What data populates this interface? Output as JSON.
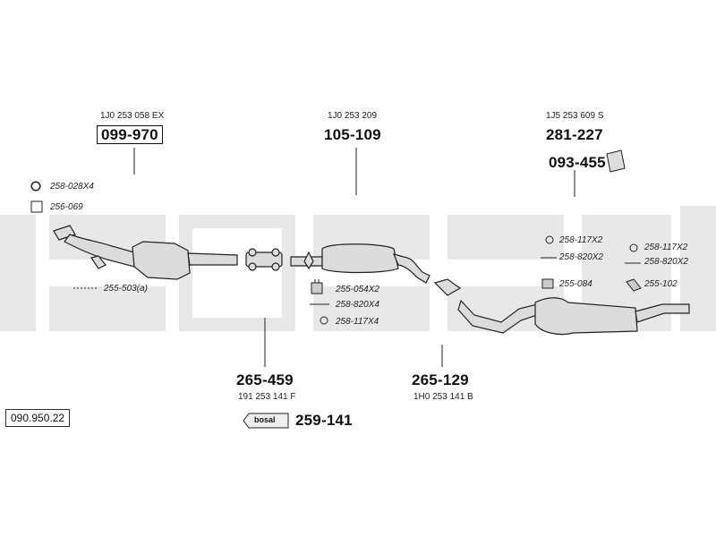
{
  "title_code": "090.950.22",
  "groups": {
    "cat": {
      "oem": "1J0 253 058 EX",
      "part": "099-970"
    },
    "front": {
      "oem": "1J0 253 209",
      "part": "105-109"
    },
    "rear": {
      "oem": "1J5 253 609 S",
      "part": "281-227",
      "mount": "093-455"
    },
    "pipe": {
      "part": "265-459",
      "oem": "191 253 141 F"
    },
    "middle": {
      "part": "265-129",
      "oem": "1H0 253 141 B"
    },
    "paste": {
      "part": "259-141",
      "brand": "bosal"
    }
  },
  "refs": {
    "r1": "258-028X4",
    "r2": "256-069",
    "r3": "255-503(a)",
    "r4": "255-054X2",
    "r5": "258-820X4",
    "r6": "258-117X4",
    "r7": "258-117X2",
    "r8": "258-820X2",
    "r9": "255-084",
    "r10": "258-117X2",
    "r11": "258-820X2",
    "r12": "255-102"
  },
  "colors": {
    "line": "#222222",
    "watermark": "#e6e6e6",
    "part_fill": "#dcdcdc"
  }
}
